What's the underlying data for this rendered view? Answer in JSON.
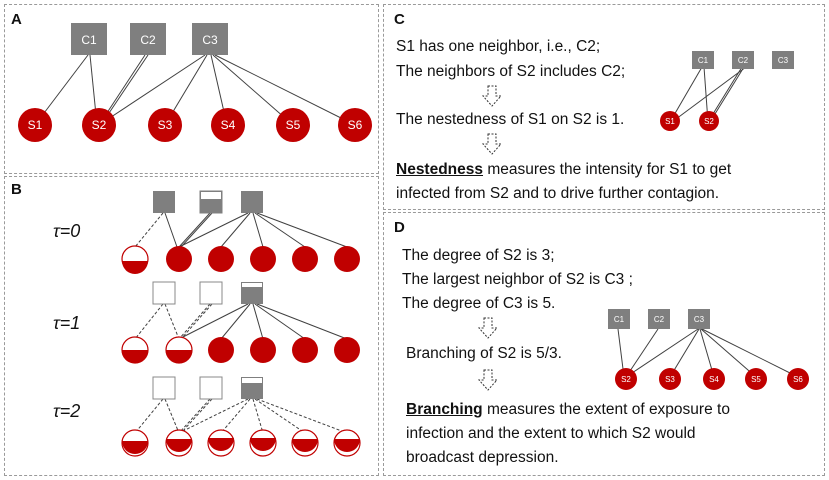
{
  "panel_labels": {
    "a": "A",
    "b": "B",
    "c": "C",
    "d": "D"
  },
  "panel_a": {
    "communities": [
      "C1",
      "C2",
      "C3"
    ],
    "nodes": [
      "S1",
      "S2",
      "S3",
      "S4",
      "S5",
      "S6"
    ]
  },
  "panel_b": {
    "tau_labels": [
      "τ=0",
      "τ=1",
      "τ=2"
    ]
  },
  "panel_c": {
    "line1": "S1 has one neighbor, i.e., C2;",
    "line2": "The neighbors of S2 includes C2;",
    "line3": "The nestedness of S1 on S2 is 1.",
    "term": "Nestedness",
    "def_rest1": " measures the intensity for S1 to get",
    "def_line2": "infected from S2 and to drive further contagion.",
    "communities": [
      "C1",
      "C2",
      "C3"
    ],
    "nodes": [
      "S1",
      "S2"
    ]
  },
  "panel_d": {
    "line1": "The degree of S2 is 3;",
    "line2": "The largest neighbor of S2 is C3 ;",
    "line3": "The degree of C3 is 5.",
    "line4": "Branching of S2 is 5/3.",
    "term": "Branching",
    "def_rest1": " measures the extent of exposure to",
    "def_line2": "infection and the extent to which S2 would",
    "def_line3": "broadcast depression.",
    "communities": [
      "C1",
      "C2",
      "C3"
    ],
    "nodes": [
      "S2",
      "S3",
      "S4",
      "S5",
      "S6"
    ]
  },
  "colors": {
    "node": "#c00000",
    "community": "#7f7f7f",
    "edge": "#404040"
  }
}
